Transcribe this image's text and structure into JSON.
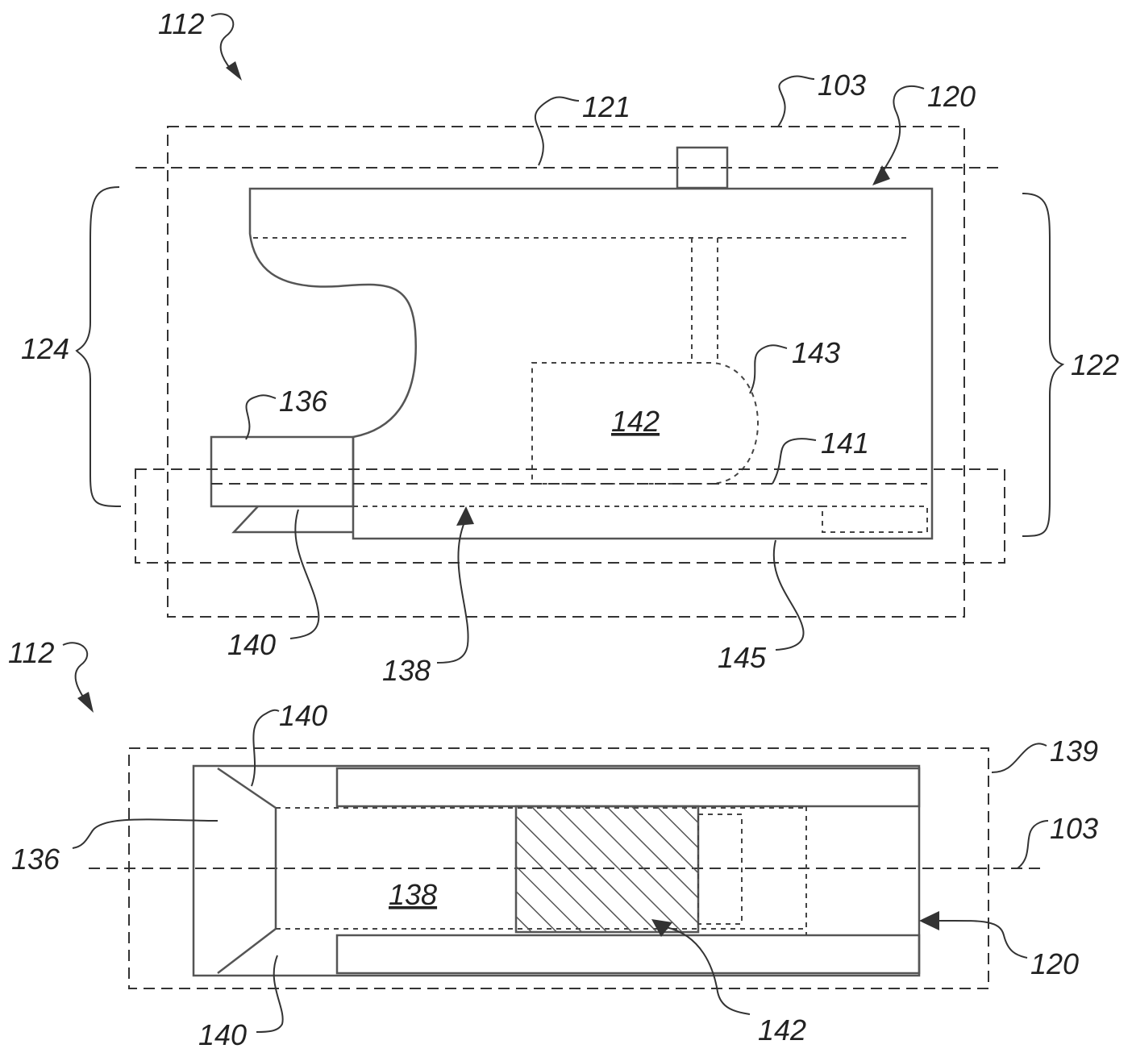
{
  "labels": {
    "top": {
      "figure": "112",
      "axis": "103",
      "arrow_assembly": "120",
      "top_line": "121",
      "left_bracket": "124",
      "right_bracket": "122",
      "cap": "143",
      "element_136": "136",
      "element_141": "141",
      "element_142": "142",
      "element_140": "140",
      "element_138": "138",
      "element_145": "145"
    },
    "bottom": {
      "figure": "112",
      "element_140_top": "140",
      "element_139": "139",
      "element_136": "136",
      "axis": "103",
      "element_138": "138",
      "arrow_assembly": "120",
      "element_140_bottom": "140",
      "element_142": "142"
    }
  },
  "colors": {
    "ink": "#333333",
    "hatch": "#555555"
  }
}
